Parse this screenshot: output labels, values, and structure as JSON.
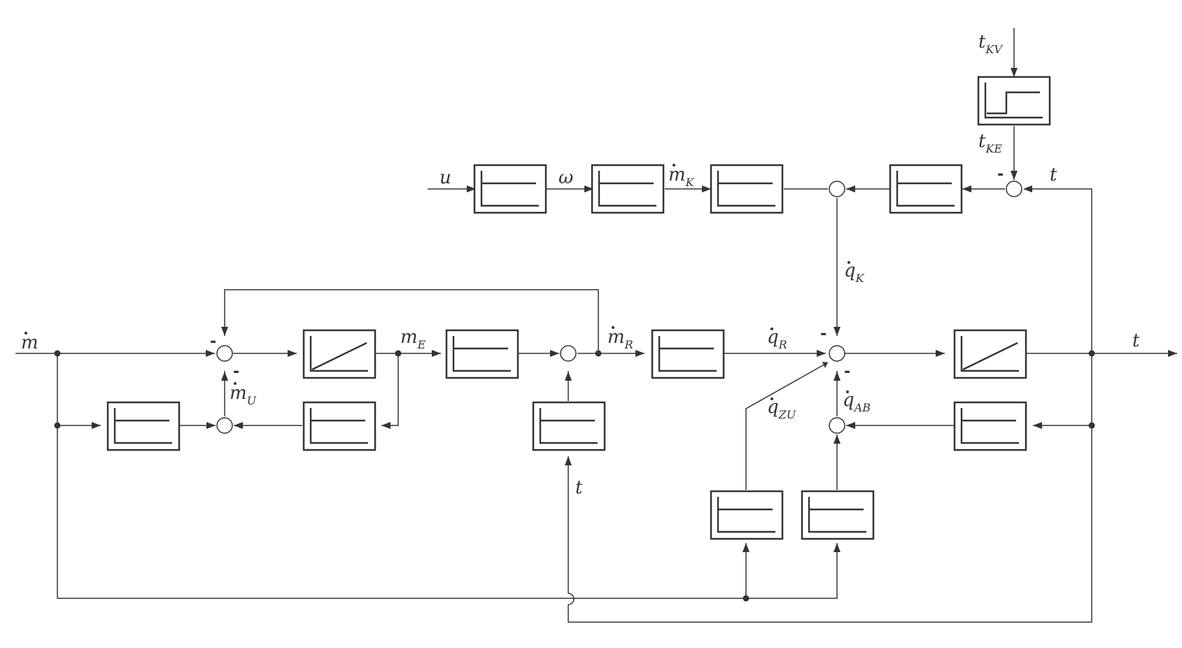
{
  "colors": {
    "ink": "#333333",
    "background": "#ffffff"
  },
  "labels": {
    "m_dot": {
      "base": "m",
      "sub": ""
    },
    "m_E": {
      "base": "m",
      "sub": "E"
    },
    "m_R_dot": {
      "base": "m",
      "sub": "R"
    },
    "m_U_dot": {
      "base": "m",
      "sub": "U"
    },
    "m_K_dot": {
      "base": "m",
      "sub": "K"
    },
    "u": {
      "base": "u",
      "sub": ""
    },
    "omega": {
      "base": "ω",
      "sub": ""
    },
    "q_K_dot": {
      "base": "q",
      "sub": "K"
    },
    "q_R_dot": {
      "base": "q",
      "sub": "R"
    },
    "q_ZU_dot": {
      "base": "q",
      "sub": "ZU"
    },
    "q_AB_dot": {
      "base": "q",
      "sub": "AB"
    },
    "t_out": {
      "base": "t",
      "sub": ""
    },
    "t_feedback_top": {
      "base": "t",
      "sub": ""
    },
    "t_bottom": {
      "base": "t",
      "sub": ""
    },
    "t_KV": {
      "base": "t",
      "sub": "KV"
    },
    "t_KE": {
      "base": "t",
      "sub": "KE"
    }
  },
  "signs": {
    "minus": "-"
  },
  "blocks": [
    {
      "id": "gain-u-omega",
      "glyph": "constant"
    },
    {
      "id": "gain-omega-mK",
      "glyph": "constant"
    },
    {
      "id": "gain-mK-qK",
      "glyph": "constant"
    },
    {
      "id": "gain-tKE",
      "glyph": "constant"
    },
    {
      "id": "step-tKV",
      "glyph": "step"
    },
    {
      "id": "integrator-mE",
      "glyph": "ramp"
    },
    {
      "id": "gain-mE-mR",
      "glyph": "constant"
    },
    {
      "id": "gain-mR-qR",
      "glyph": "constant"
    },
    {
      "id": "integrator-t",
      "glyph": "ramp"
    },
    {
      "id": "gain-m-feedforward",
      "glyph": "constant"
    },
    {
      "id": "gain-mE-feedback",
      "glyph": "constant"
    },
    {
      "id": "gain-t-mR",
      "glyph": "constant"
    },
    {
      "id": "gain-t-qAB",
      "glyph": "constant"
    },
    {
      "id": "gain-qZU",
      "glyph": "constant"
    },
    {
      "id": "gain-qAB",
      "glyph": "constant"
    }
  ]
}
